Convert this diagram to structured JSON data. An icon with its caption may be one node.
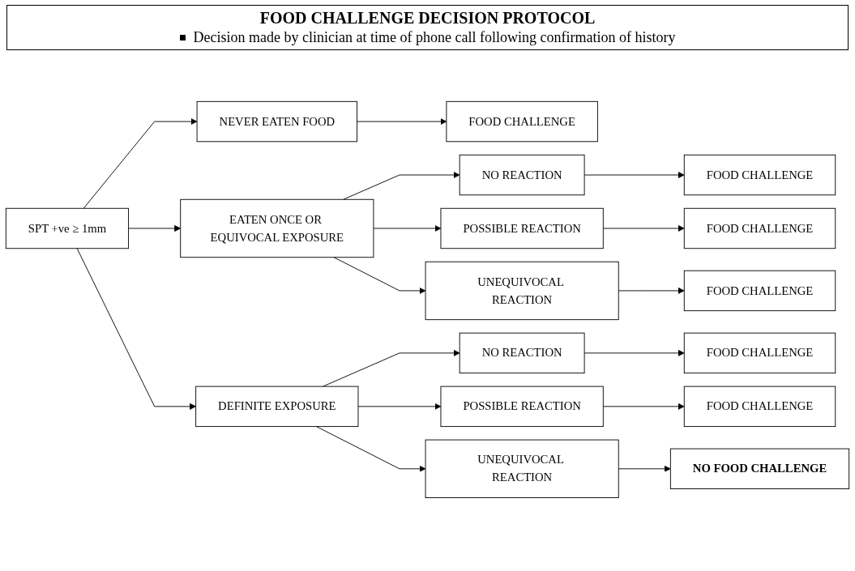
{
  "diagram": {
    "title": "FOOD CHALLENGE DECISION PROTOCOL",
    "labels": [
      "Decision made by clinician at time of phone call following confirmation of history"
    ],
    "nodes": [
      {
        "text": [
          "SPT +ve ≥ 1mm"
        ]
      },
      {
        "text": [
          "NEVER EATEN FOOD"
        ]
      },
      {
        "text": [
          "FOOD CHALLENGE"
        ]
      },
      {
        "text": [
          "EATEN ONCE OR EQUIVOCAL EXPOSURE"
        ]
      },
      {
        "text": [
          "NO REACTION"
        ]
      },
      {
        "text": [
          "FOOD CHALLENGE"
        ]
      },
      {
        "text": [
          "POSSIBLE REACTION"
        ]
      },
      {
        "text": [
          "FOOD CHALLENGE"
        ]
      },
      {
        "text": [
          "UNEQUIVOCAL REACTION"
        ]
      },
      {
        "text": [
          "FOOD CHALLENGE"
        ]
      },
      {
        "text": [
          "DEFINITE EXPOSURE"
        ]
      },
      {
        "text": [
          "NO REACTION"
        ]
      },
      {
        "text": [
          "FOOD CHALLENGE"
        ]
      },
      {
        "text": [
          "POSSIBLE REACTION"
        ]
      },
      {
        "text": [
          "FOOD CHALLENGE"
        ]
      },
      {
        "text": [
          "UNEQUIVOCAL REACTION"
        ]
      },
      {
        "text": [
          "NO FOOD CHALLENGE"
        ]
      }
    ],
    "edges": [
      {
        "from": 0,
        "to": 1,
        "arrow": "to"
      },
      {
        "from": 0,
        "to": 3,
        "arrow": "to"
      },
      {
        "from": 0,
        "to": 10,
        "arrow": "to"
      },
      {
        "from": 1,
        "to": 2,
        "arrow": "to"
      },
      {
        "from": 3,
        "to": 4,
        "arrow": "to"
      },
      {
        "from": 3,
        "to": 6,
        "arrow": "to"
      },
      {
        "from": 3,
        "to": 8,
        "arrow": "to"
      },
      {
        "from": 4,
        "to": 5,
        "arrow": "to"
      },
      {
        "from": 6,
        "to": 7,
        "arrow": "to"
      },
      {
        "from": 8,
        "to": 9,
        "arrow": "to"
      },
      {
        "from": 10,
        "to": 11,
        "arrow": "to"
      },
      {
        "from": 10,
        "to": 13,
        "arrow": "to"
      },
      {
        "from": 10,
        "to": 15,
        "arrow": "to"
      },
      {
        "from": 11,
        "to": 12,
        "arrow": "to"
      },
      {
        "from": 13,
        "to": 14,
        "arrow": "to"
      },
      {
        "from": 15,
        "to": 16,
        "arrow": "to"
      }
    ]
  }
}
